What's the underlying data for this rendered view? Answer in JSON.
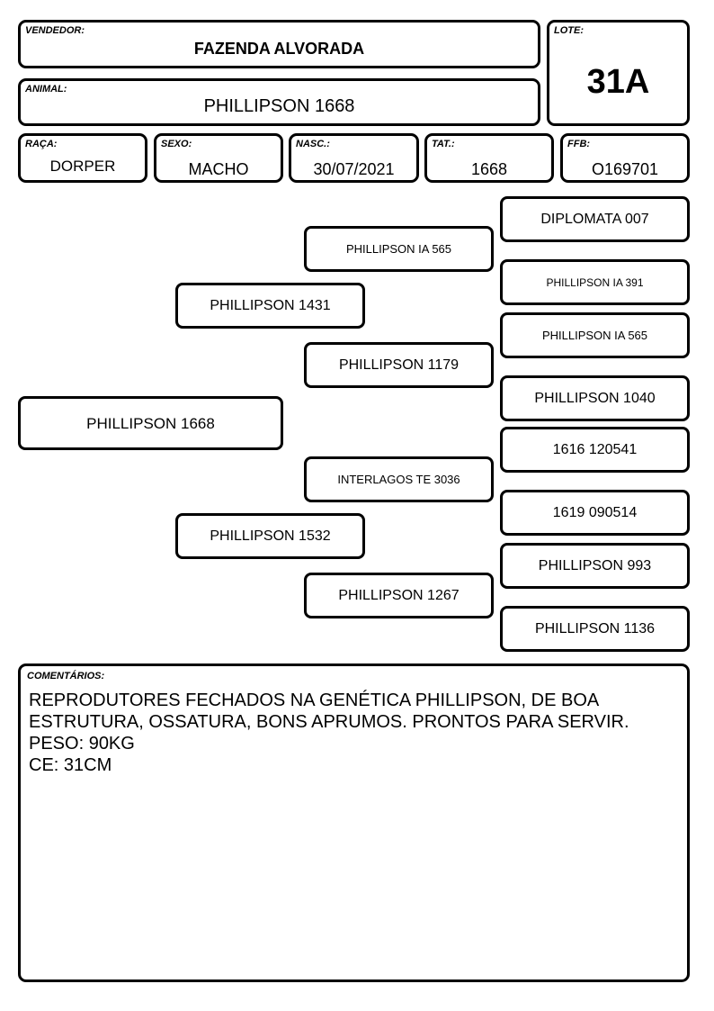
{
  "vendedor": {
    "label": "VENDEDOR:",
    "value": "FAZENDA ALVORADA"
  },
  "lote": {
    "label": "LOTE:",
    "value": "31A"
  },
  "animal": {
    "label": "ANIMAL:",
    "value": "PHILLIPSON 1668"
  },
  "raca": {
    "label": "RAÇA:",
    "value": "DORPER"
  },
  "sexo": {
    "label": "SEXO:",
    "value": "MACHO"
  },
  "nasc": {
    "label": "NASC.:",
    "value": "30/07/2021"
  },
  "tat": {
    "label": "TAT.:",
    "value": "1668"
  },
  "ffb": {
    "label": "FFB:",
    "value": "O169701"
  },
  "pedigree": {
    "animal": "PHILLIPSON 1668",
    "sire": "PHILLIPSON 1431",
    "dam": "PHILLIPSON 1532",
    "sire_sire": "PHILLIPSON IA 565",
    "sire_dam": "PHILLIPSON 1179",
    "dam_sire": "INTERLAGOS TE 3036",
    "dam_dam": "PHILLIPSON 1267",
    "ggp": [
      "DIPLOMATA 007",
      "PHILLIPSON IA 391",
      "PHILLIPSON IA 565",
      "PHILLIPSON 1040",
      "1616 120541",
      "1619 090514",
      "PHILLIPSON 993",
      "PHILLIPSON 1136"
    ]
  },
  "comentarios": {
    "label": "COMENTÁRIOS:",
    "lines": [
      "REPRODUTORES FECHADOS NA GENÉTICA PHILLIPSON, DE BOA",
      "ESTRUTURA, OSSATURA, BONS APRUMOS. PRONTOS PARA SERVIR.",
      "PESO: 90KG",
      "CE: 31CM"
    ]
  }
}
